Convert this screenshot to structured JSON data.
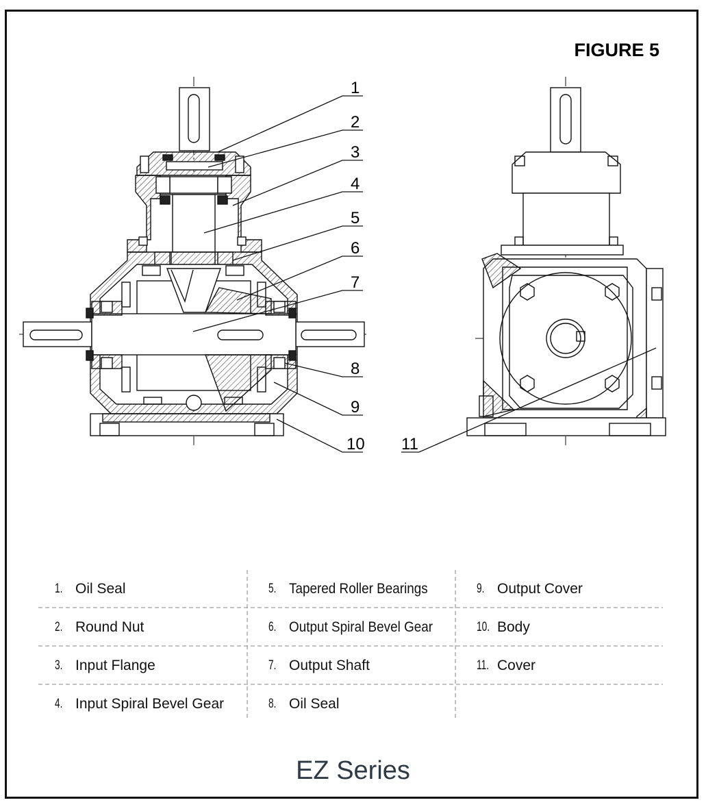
{
  "figure_title": "FIGURE 5",
  "series_title": "EZ Series",
  "callouts": [
    "1",
    "2",
    "3",
    "4",
    "5",
    "6",
    "7",
    "8",
    "9",
    "10",
    "11"
  ],
  "legend": {
    "col1": [
      {
        "num": "1.",
        "label": "Oil Seal"
      },
      {
        "num": "2.",
        "label": "Round Nut"
      },
      {
        "num": "3.",
        "label": "Input Flange"
      },
      {
        "num": "4.",
        "label": "Input Spiral Bevel Gear"
      }
    ],
    "col2": [
      {
        "num": "5.",
        "label": "Tapered Roller Bearings"
      },
      {
        "num": "6.",
        "label": "Output Spiral Bevel Gear"
      },
      {
        "num": "7.",
        "label": "Output Shaft"
      },
      {
        "num": "8.",
        "label": "Oil Seal"
      }
    ],
    "col3": [
      {
        "num": "9.",
        "label": "Output Cover"
      },
      {
        "num": "10.",
        "label": "Body"
      },
      {
        "num": "11.",
        "label": "Cover"
      }
    ]
  },
  "colors": {
    "line": "#111111",
    "series_text": "#2f3a45"
  }
}
